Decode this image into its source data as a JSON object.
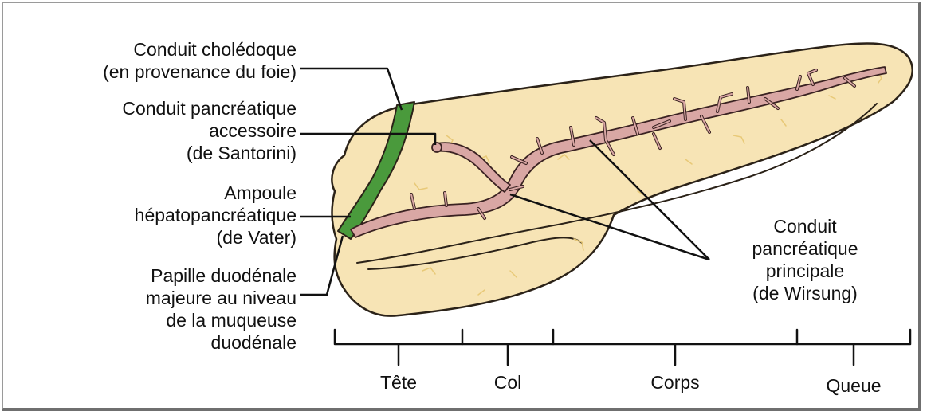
{
  "labels": {
    "choledoque": [
      "Conduit cholédoque",
      "(en provenance du foie)"
    ],
    "santorini": [
      "Conduit pancréatique",
      "accessoire",
      "(de Santorini)"
    ],
    "vater": [
      "Ampoule",
      "hépatopancréatique",
      "(de Vater)"
    ],
    "papille": [
      "Papille duodénale",
      "majeure au niveau",
      "de la muqueuse",
      "duodénale"
    ],
    "wirsung": [
      "Conduit",
      "pancréatique",
      "principale",
      "(de Wirsung)"
    ]
  },
  "regions": [
    "Tête",
    "Col",
    "Corps",
    "Queue"
  ],
  "colors": {
    "tissue": "#f7e4b5",
    "tissue_edge": "#2b2218",
    "tissue_vein": "#e8c978",
    "duct": "#d9a7a4",
    "duct_edge": "#3a2222",
    "bile_duct": "#4a9a3c",
    "leader_line": "#111111"
  }
}
